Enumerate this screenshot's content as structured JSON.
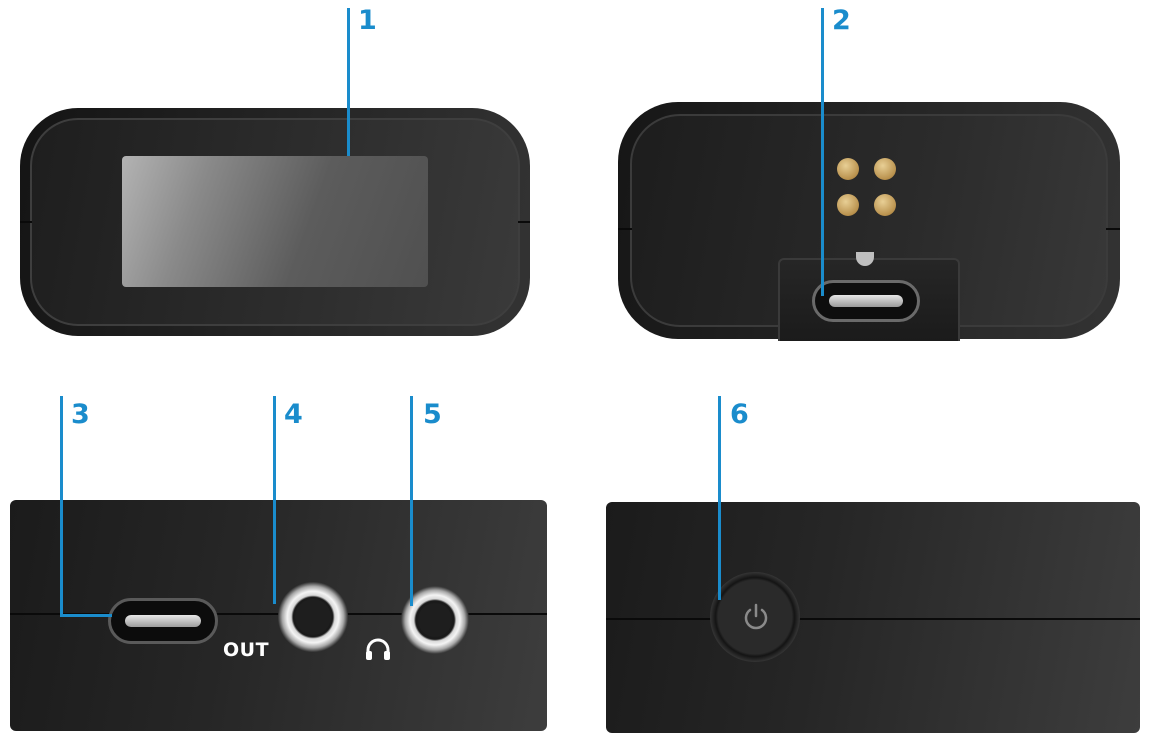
{
  "callouts": [
    {
      "id": "1",
      "label": "1"
    },
    {
      "id": "2",
      "label": "2"
    },
    {
      "id": "3",
      "label": "3"
    },
    {
      "id": "4",
      "label": "4"
    },
    {
      "id": "5",
      "label": "5"
    },
    {
      "id": "6",
      "label": "6"
    }
  ],
  "labels": {
    "out": "OUT"
  },
  "icons": {
    "headphones": "headphones-icon",
    "power": "power-icon",
    "usbc": "usb-c-port-icon"
  },
  "colors": {
    "callout": "#1a8ccc",
    "contacts": "#c9a866",
    "device_body": "#222222"
  }
}
